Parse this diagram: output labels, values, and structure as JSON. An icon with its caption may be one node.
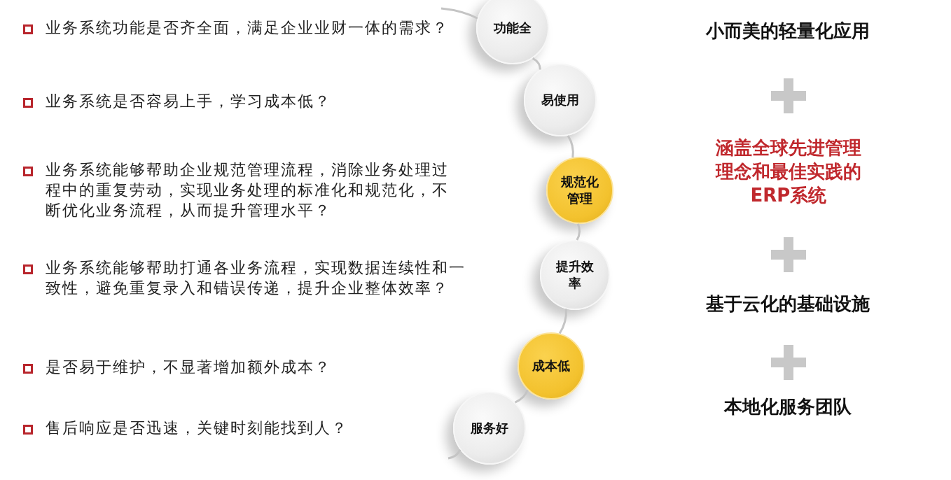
{
  "diagram": {
    "nodes": [
      {
        "text": [
          "功能全"
        ]
      },
      {
        "text": [
          "易使用"
        ]
      },
      {
        "text": [
          "规范化管理"
        ]
      },
      {
        "text": [
          "提升效率"
        ]
      },
      {
        "text": [
          "成本低"
        ]
      },
      {
        "text": [
          "服务好"
        ]
      }
    ],
    "edges": [
      {
        "from": null,
        "to": 0,
        "arrow": "none"
      },
      {
        "from": 0,
        "to": 1,
        "arrow": "none"
      },
      {
        "from": 1,
        "to": 2,
        "arrow": "none"
      },
      {
        "from": 2,
        "to": 3,
        "arrow": "none"
      },
      {
        "from": 3,
        "to": 4,
        "arrow": "none"
      },
      {
        "from": 4,
        "to": 5,
        "arrow": "none"
      },
      {
        "from": 5,
        "to": null,
        "arrow": "none"
      }
    ],
    "labels": [
      "业务系统功能是否齐全面，满足企业业财一体的需求？",
      "业务系统是否容易上手，学习成本低？",
      "业务系统能够帮助企业规范管理流程，消除业务处理过程中的重复劳动，实现业务处理的标准化和规范化，不断优化业务流程，从而提升管理水平？",
      "业务系统能够帮助打通各业务流程，实现数据连续性和一致性，避免重复录入和错误传递，提升企业整体效率？",
      "是否易于维护，不显著增加额外成本？",
      "售后响应是否迅速，关键时刻能找到人？",
      "小而美的轻量化应用",
      "涵盖全球先进管理理念和最佳实践的ERP系统",
      "基于云化的基础设施",
      "本地化服务团队"
    ]
  }
}
